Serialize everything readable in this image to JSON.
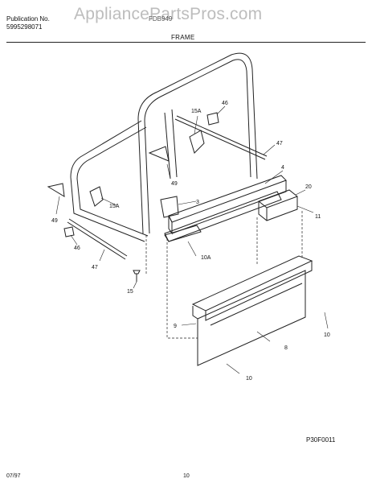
{
  "header": {
    "publication_label": "Publication No.",
    "publication_number": "5995298071",
    "model_text": "FDB949",
    "section_title": "FRAME"
  },
  "watermark": "AppliancePartsPros.com",
  "callouts": [
    "15A",
    "46",
    "47",
    "4",
    "20",
    "11",
    "49",
    "3",
    "15A",
    "49",
    "46",
    "47",
    "10A",
    "15",
    "9",
    "8",
    "10",
    "10"
  ],
  "diagram_code": "P30F0011",
  "footer": {
    "date": "07/97",
    "page": "10"
  }
}
